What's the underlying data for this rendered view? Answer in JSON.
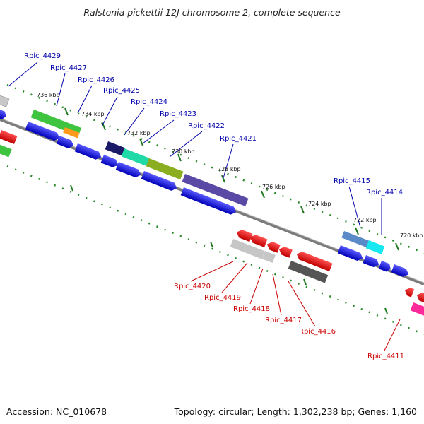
{
  "title": "Ralstonia pickettii 12J chromosome 2, complete sequence",
  "footer": {
    "accession": "Accession: NC_010678",
    "topology": "Topology: circular; Length: 1,302,238 bp; Genes: 1,160"
  },
  "ticks": [
    "736 kbp",
    "734 kbp",
    "732 kbp",
    "730 kbp",
    "728 kbp",
    "726 kbp",
    "724 kbp",
    "722 kbp",
    "720 kbp"
  ],
  "genes_top": [
    "Rpic_4429",
    "Rpic_4427",
    "Rpic_4426",
    "Rpic_4425",
    "Rpic_4424",
    "Rpic_4423",
    "Rpic_4422",
    "Rpic_4421",
    "Rpic_4415",
    "Rpic_4414"
  ],
  "genes_bottom": [
    "Rpic_4420",
    "Rpic_4419",
    "Rpic_4418",
    "Rpic_4417",
    "Rpic_4416",
    "Rpic_4411"
  ],
  "colors": {
    "label_top": "#0000aa",
    "label_bottom": "#cc0000",
    "backbone": "#8a8a8a",
    "tick_mark": "#1f7a1f"
  }
}
